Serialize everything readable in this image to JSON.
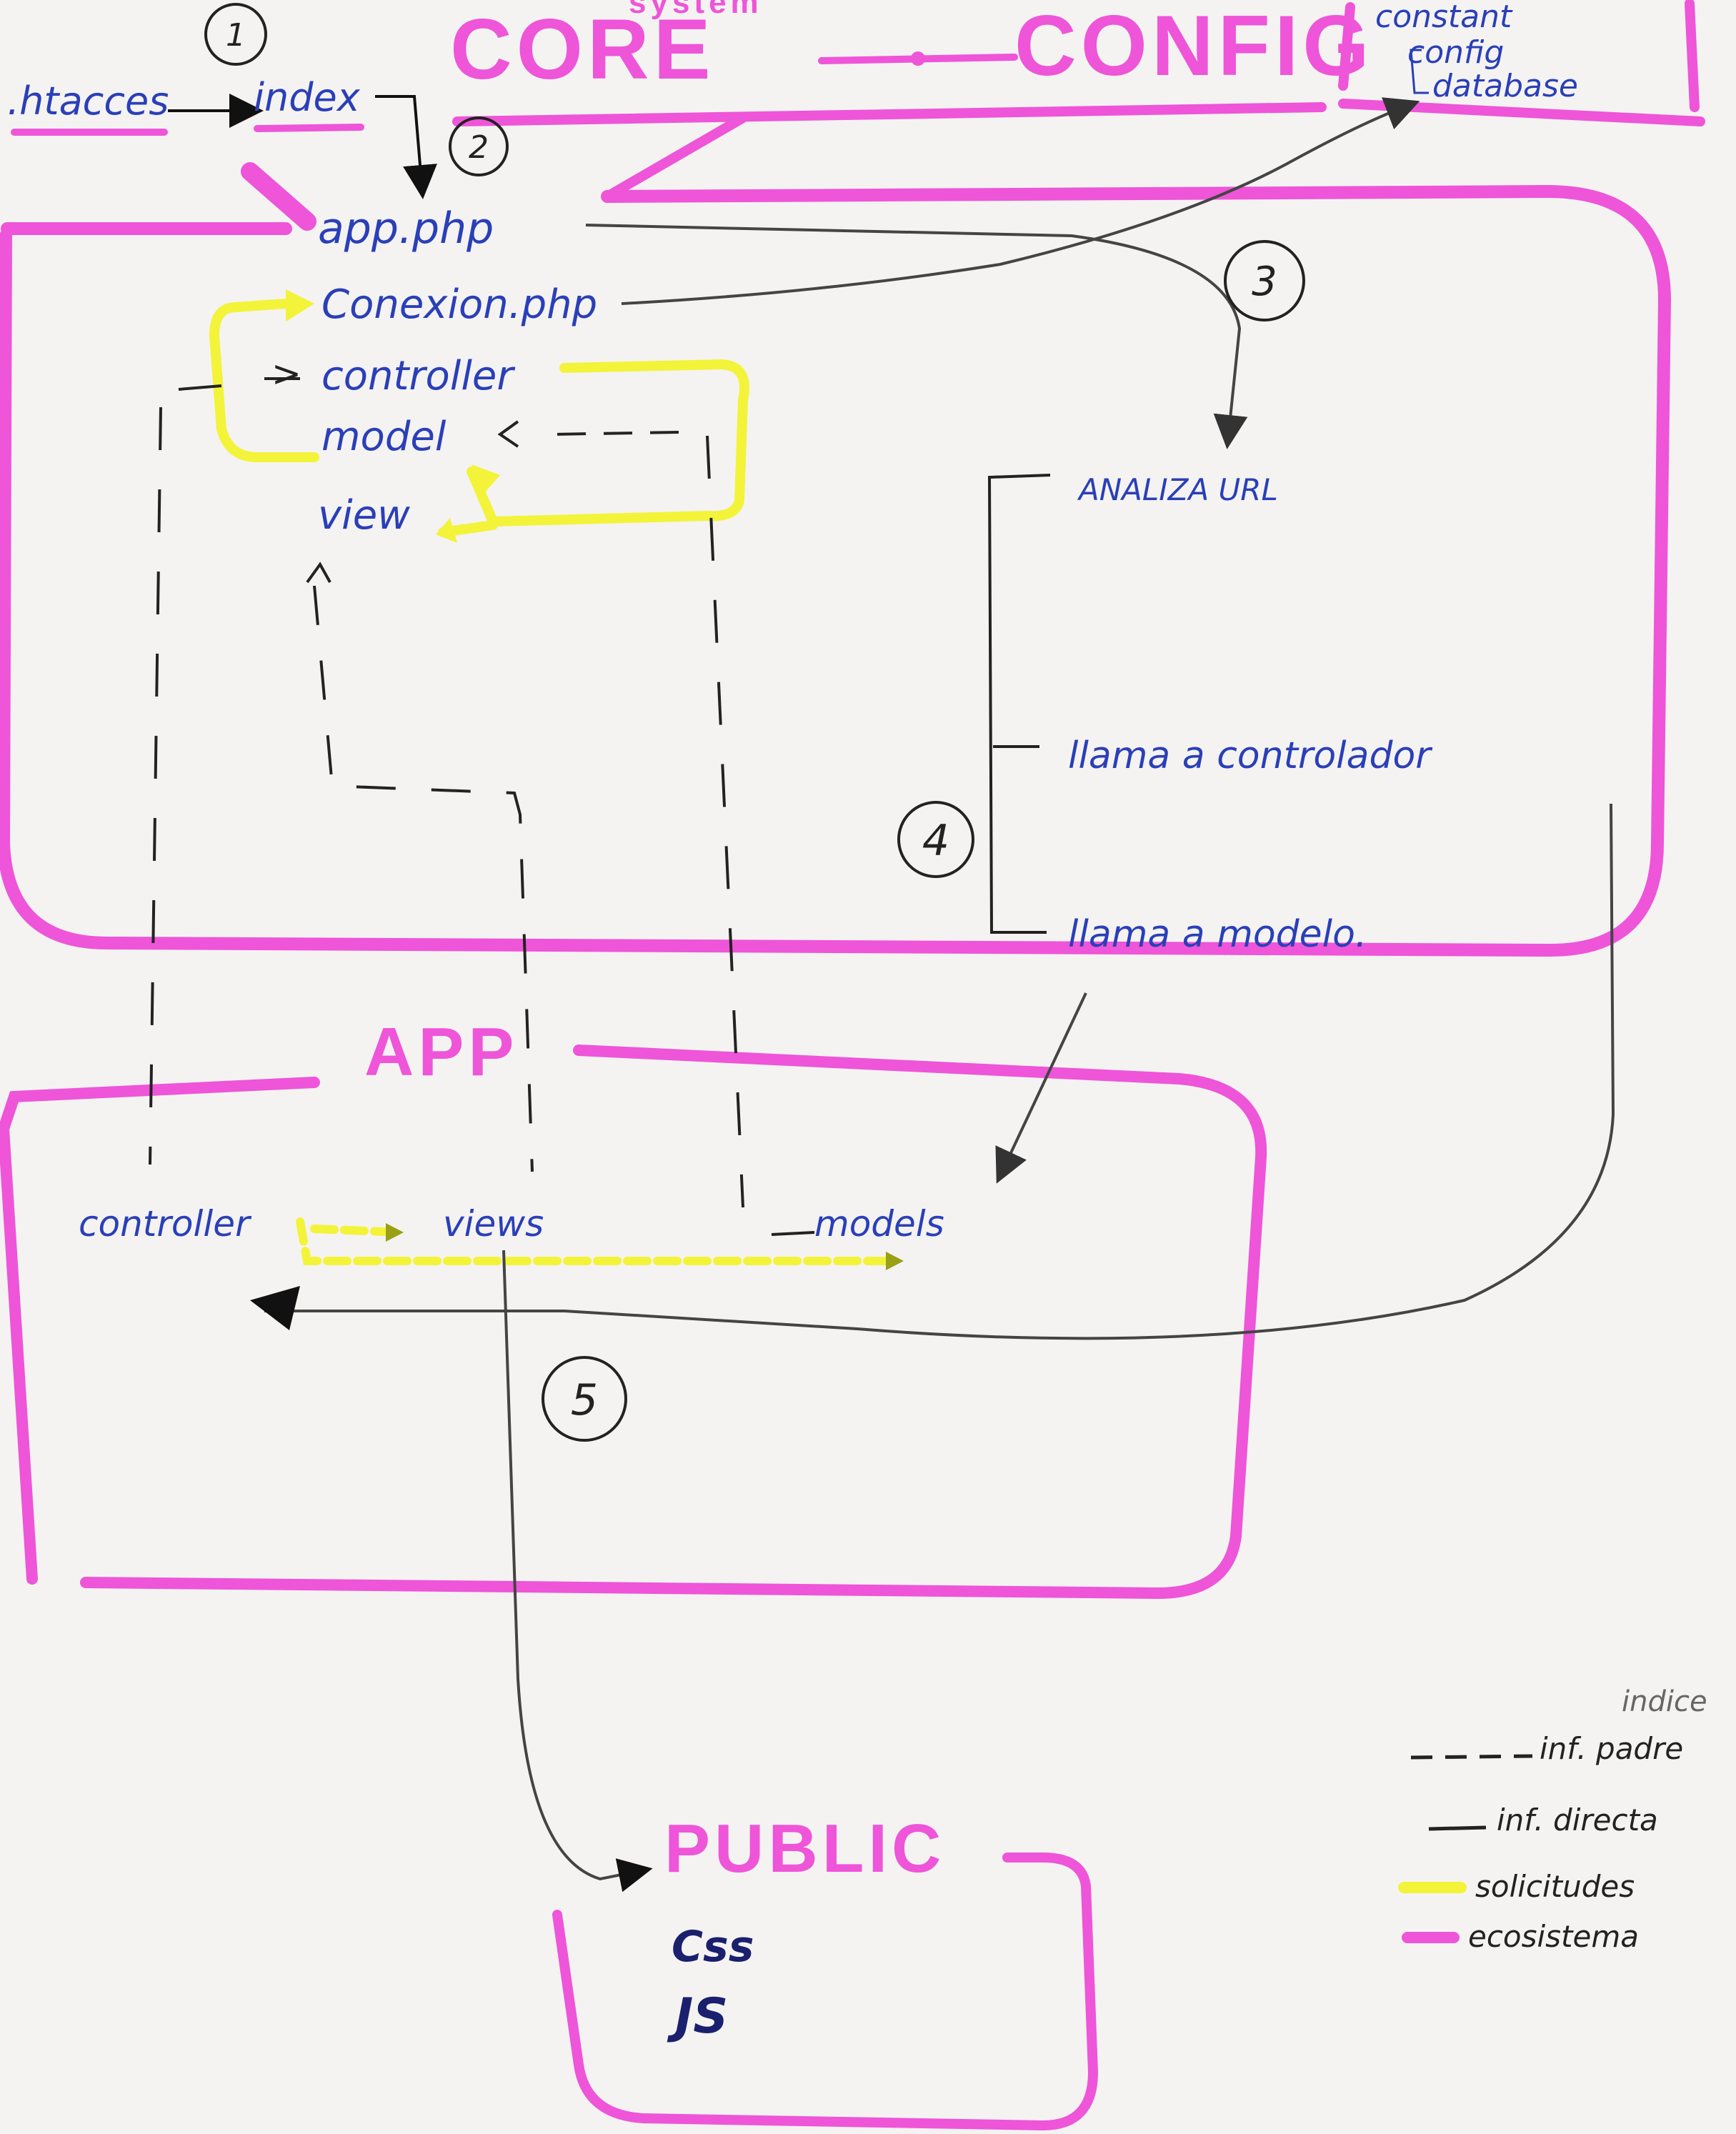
{
  "title": {
    "top_small": "system",
    "core": "CORE",
    "config": "CONFIG"
  },
  "config_items": [
    "constant",
    "config",
    "database"
  ],
  "steps": [
    "1",
    "2",
    "3",
    "4",
    "5"
  ],
  "entry": {
    "htaccess": ".htacces",
    "index": "index"
  },
  "core_files": {
    "app": "app.php",
    "conexion": "Conexion.php",
    "controller": "controller",
    "model": "model",
    "view": "view"
  },
  "flow": {
    "analiza": "ANALIZA URL",
    "llama_controlador": "llama a controlador",
    "llama_modelo": "llama a modelo."
  },
  "app_section": {
    "title": "APP",
    "controller": "controller",
    "views": "views",
    "models": "models"
  },
  "public_section": {
    "title": "PUBLIC",
    "css": "Css",
    "js": "JS"
  },
  "legend": {
    "title": "indice",
    "dashed": "inf. padre",
    "solid": "inf. directa",
    "yellow": "solicitudes",
    "pink": "ecosistema"
  },
  "colors": {
    "pink": "#ee55d8",
    "yellow": "#f3f33a",
    "blue_ink": "#2a3fb8",
    "dark_blue": "#1a1f6e",
    "graphite": "#4a4a4a",
    "black": "#111111"
  }
}
